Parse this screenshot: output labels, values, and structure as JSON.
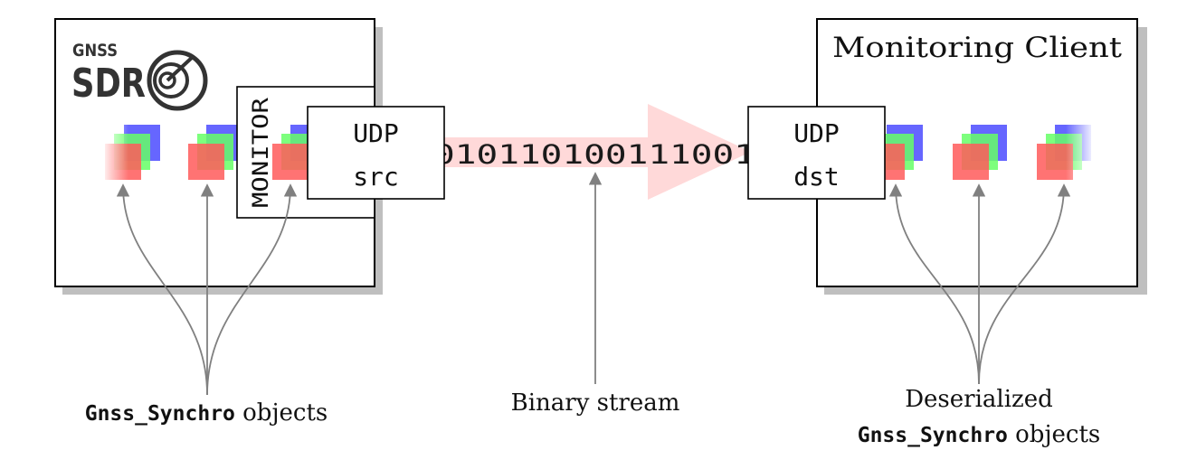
{
  "logo": {
    "line1": "GNSS",
    "line2": "SDR",
    "icon": "radar-target-icon"
  },
  "monitor_label": "MONITOR",
  "udp_src": {
    "line1": "UDP",
    "line2": "src"
  },
  "udp_dst": {
    "line1": "UDP",
    "line2": "dst"
  },
  "binary_stream_bits": "010110100111001",
  "client_title": "Monitoring Client",
  "captions": {
    "left": {
      "code": "Gnss_Synchro",
      "text": " objects"
    },
    "center": "Binary stream",
    "right": {
      "line1": "Deserialized",
      "code": "Gnss_Synchro",
      "text": " objects"
    }
  },
  "colors": {
    "stream_arrow": "#ffd9d9",
    "shadow": "#bfbfbf",
    "annotation_line": "#808080",
    "square_red": "#ff5a5a",
    "square_green": "#66ff66",
    "square_blue": "#6666ff",
    "logo": "#333333"
  }
}
